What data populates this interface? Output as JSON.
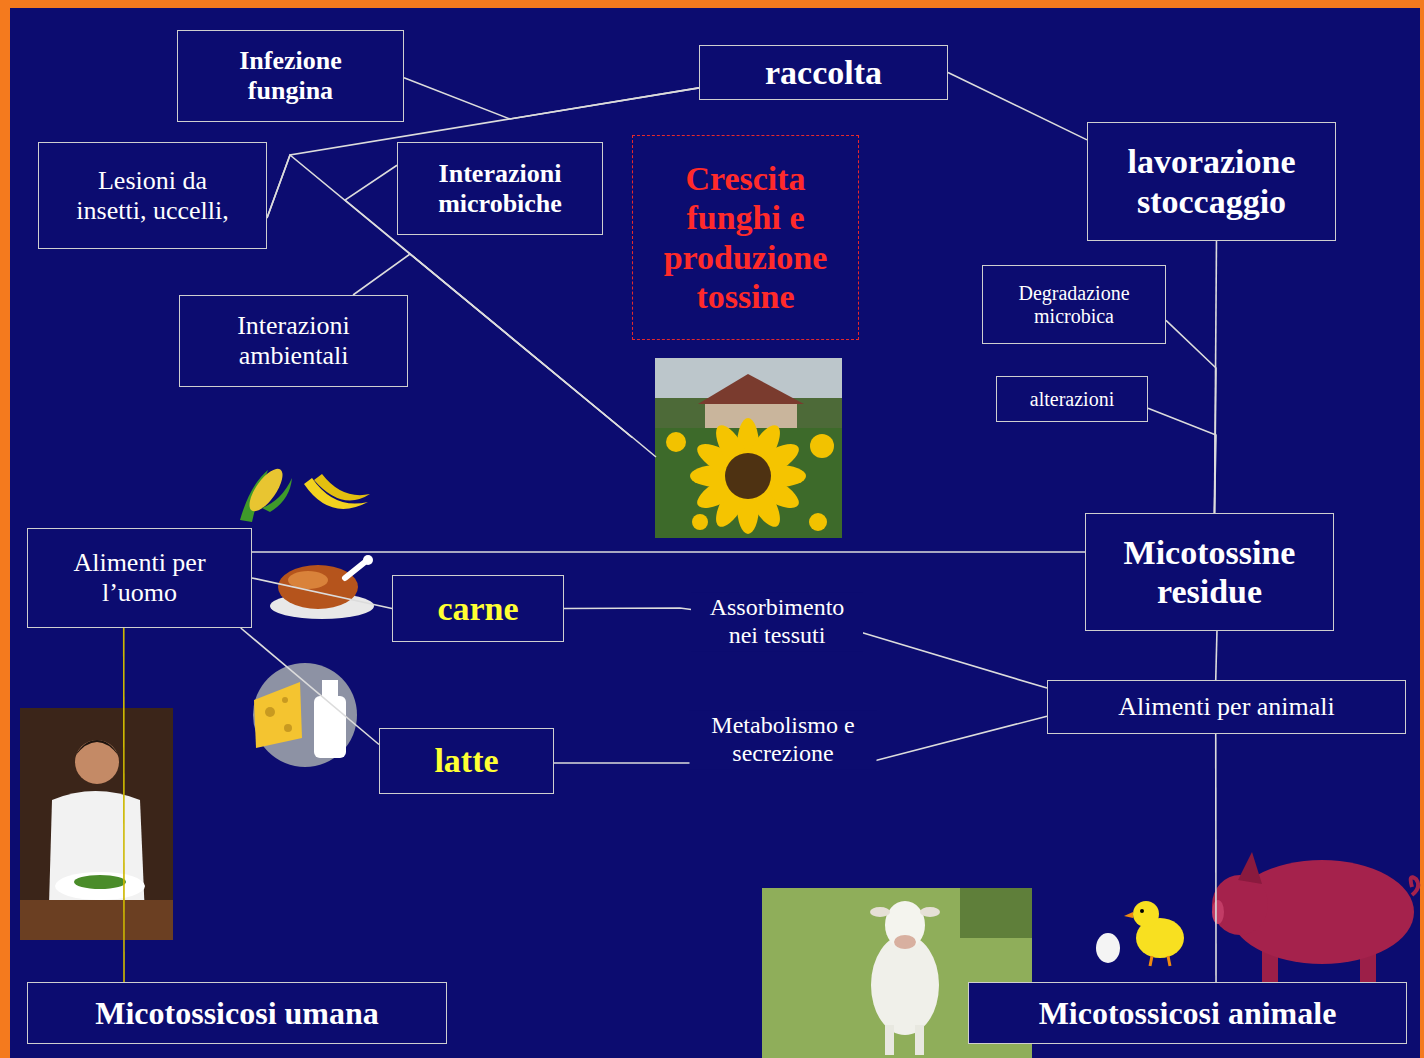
{
  "diagram": {
    "nodes": [
      {
        "text": [
          "Infezione fungina"
        ]
      },
      {
        "text": [
          "raccolta"
        ]
      },
      {
        "text": [
          "Lesioni da insetti, uccelli,"
        ]
      },
      {
        "text": [
          "Interazioni microbiche"
        ]
      },
      {
        "text": [
          "Crescita funghi e produzione tossine"
        ]
      },
      {
        "text": [
          "Interazioni ambientali"
        ]
      },
      {
        "text": [
          "lavorazione stoccaggio"
        ]
      },
      {
        "text": [
          "Degradazione microbica"
        ]
      },
      {
        "text": [
          "alterazioni"
        ]
      },
      {
        "text": [
          "Alimenti per l’uomo"
        ]
      },
      {
        "text": [
          "carne"
        ]
      },
      {
        "text": [
          "Micotossine residue"
        ]
      },
      {
        "text": [
          "latte"
        ]
      },
      {
        "text": [
          "Alimenti per animali"
        ]
      },
      {
        "text": [
          "Micotossicosi umana"
        ]
      },
      {
        "text": [
          "Micotossicosi animale"
        ]
      }
    ],
    "edges": [
      {
        "from": 0,
        "to": 1,
        "arrow": "none"
      },
      {
        "from": 2,
        "to": 1,
        "arrow": "none"
      },
      {
        "from": 2,
        "to": 4,
        "arrow": "none"
      },
      {
        "from": 3,
        "to": 4,
        "arrow": "none"
      },
      {
        "from": 5,
        "to": 4,
        "arrow": "none"
      },
      {
        "from": 1,
        "to": 6,
        "arrow": "none"
      },
      {
        "from": 6,
        "to": 11,
        "arrow": "none"
      },
      {
        "from": 7,
        "to": 11,
        "arrow": "none"
      },
      {
        "from": 8,
        "to": 11,
        "arrow": "none"
      },
      {
        "from": 11,
        "to": 13,
        "arrow": "none"
      },
      {
        "from": 13,
        "to": 15,
        "arrow": "none"
      },
      {
        "from": 11,
        "to": 9,
        "arrow": "none"
      },
      {
        "from": 9,
        "to": 14,
        "arrow": "none"
      },
      {
        "from": 9,
        "to": 10,
        "arrow": "none"
      },
      {
        "from": 9,
        "to": 12,
        "arrow": "none"
      },
      {
        "from": 13,
        "to": 10,
        "label": "Assorbimento nei tessuti",
        "arrow": "none"
      },
      {
        "from": 13,
        "to": 12,
        "label": "Metabolismo e secrezione",
        "arrow": "none"
      }
    ]
  }
}
